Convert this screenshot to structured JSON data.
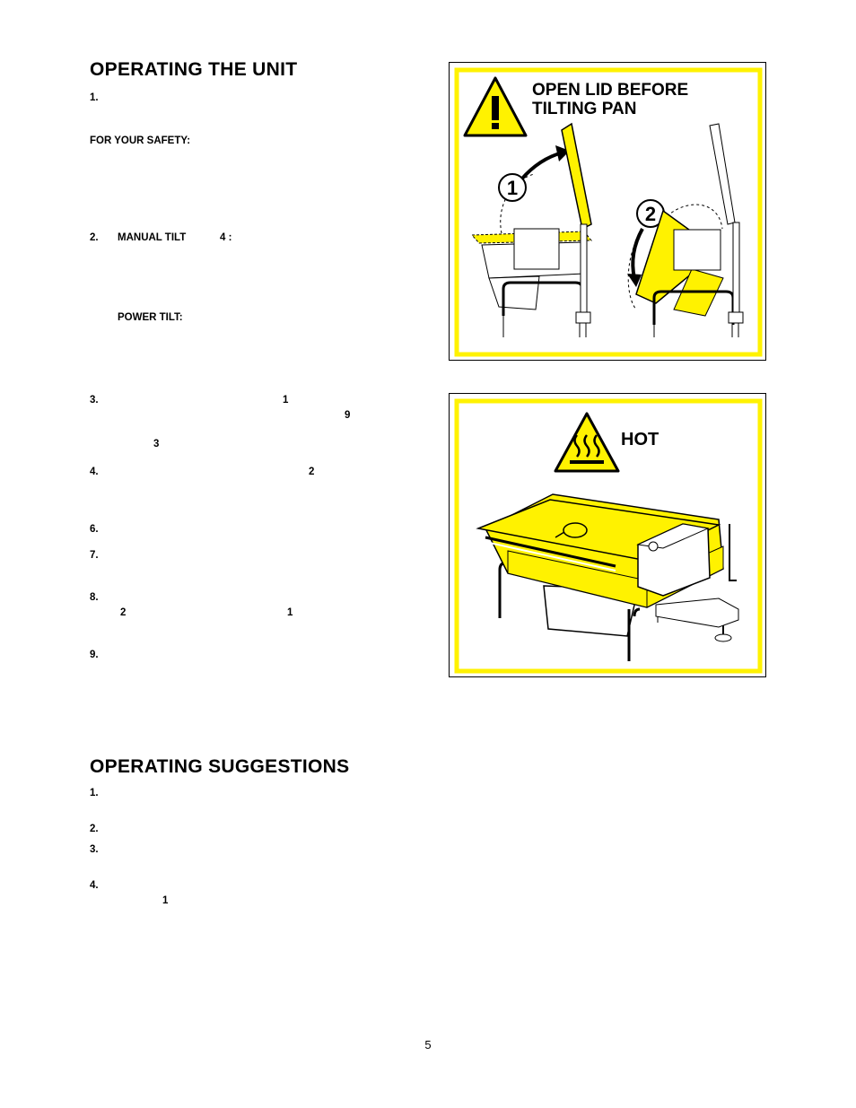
{
  "sections": {
    "operating_unit": {
      "title": "OPERATING THE UNIT",
      "labels": {
        "step1": "1.",
        "safety": "FOR YOUR SAFETY:",
        "step2": "2.",
        "manual_tilt": "MANUAL TILT",
        "manual_tilt_ref": "4 :",
        "power_tilt": "POWER TILT:",
        "step3": "3.",
        "ref3a": "1",
        "ref3b": "9",
        "ref3c": "3",
        "step4": "4.",
        "ref4": "2",
        "step6": "6.",
        "step7": "7.",
        "step8": "8.",
        "ref8a": "2",
        "ref8b": "1",
        "step9": "9."
      }
    },
    "suggestions": {
      "title": "OPERATING SUGGESTIONS",
      "labels": {
        "s1": "1.",
        "s2": "2.",
        "s3": "3.",
        "s4": "4.",
        "s4ref": "1"
      }
    }
  },
  "figures": {
    "tilt_warning": {
      "heading_line1": "OPEN LID BEFORE",
      "heading_line2": "TILTING PAN",
      "step_one": "1",
      "step_two": "2"
    },
    "hot_warning": {
      "heading": "HOT"
    }
  },
  "colors": {
    "warning_yellow": "#FFF200",
    "border": "#000000"
  },
  "icons": [
    "warning-triangle-icon",
    "hot-surface-icon",
    "curved-arrow-icon"
  ],
  "page_number": "5"
}
